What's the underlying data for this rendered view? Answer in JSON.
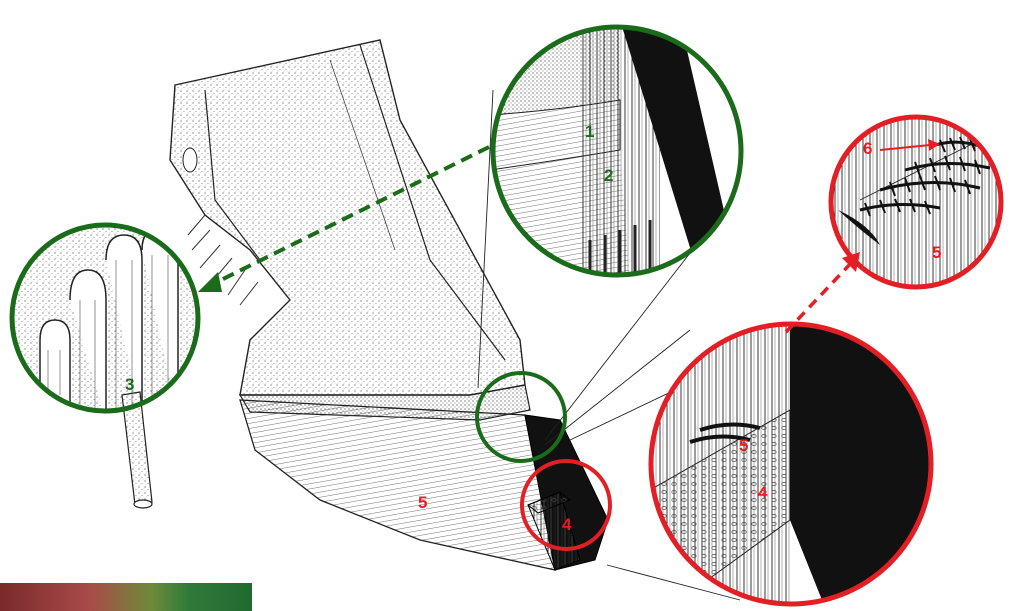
{
  "colors": {
    "green": "#1a6b1a",
    "red": "#e31e24",
    "ink": "#111111"
  },
  "labels": {
    "l1": "1",
    "l2": "2",
    "l3": "3",
    "l4_small": "4",
    "l4_big": "4",
    "l5_main": "5",
    "l5_big": "5",
    "l5_top": "5",
    "l6": "6"
  }
}
